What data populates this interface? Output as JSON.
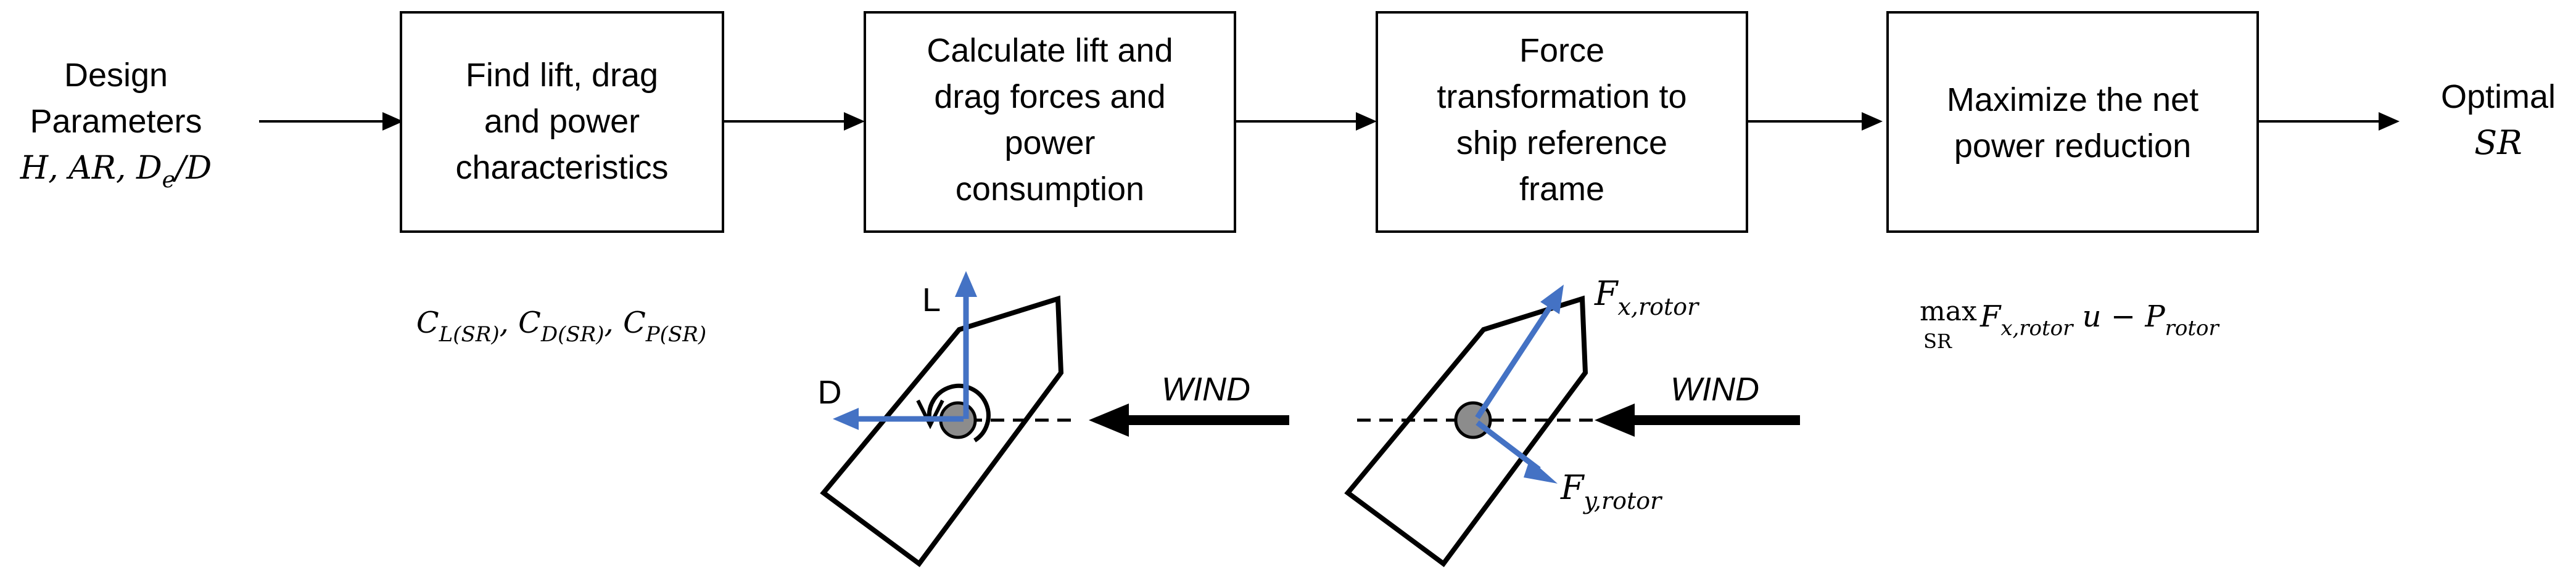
{
  "input": {
    "line1": "Design",
    "line2": "Parameters",
    "params": "H, AR, De/D"
  },
  "steps": [
    {
      "lines": [
        "Find lift, drag",
        "and power",
        "characteristics"
      ]
    },
    {
      "lines": [
        "Calculate lift and",
        "drag forces and",
        "power",
        "consumption"
      ]
    },
    {
      "lines": [
        "Force",
        "transformation to",
        "ship reference",
        "frame"
      ]
    },
    {
      "lines": [
        "Maximize the net",
        "power reduction"
      ]
    }
  ],
  "output": {
    "line1": "Optimal",
    "line2": "SR"
  },
  "annotations": {
    "coefficients": "C_L(SR), C_D(SR), C_P(SR)",
    "objective": "max_SR F_x,rotor u − P_rotor"
  },
  "ship_left": {
    "lift_label": "L",
    "drag_label": "D",
    "wind_label": "WIND"
  },
  "ship_right": {
    "fx_label": "F_x,rotor",
    "fy_label": "F_y,rotor",
    "wind_label": "WIND"
  },
  "colors": {
    "vector": "#4472C4",
    "rotor_fill": "#8C8C8C",
    "line": "#000000"
  }
}
